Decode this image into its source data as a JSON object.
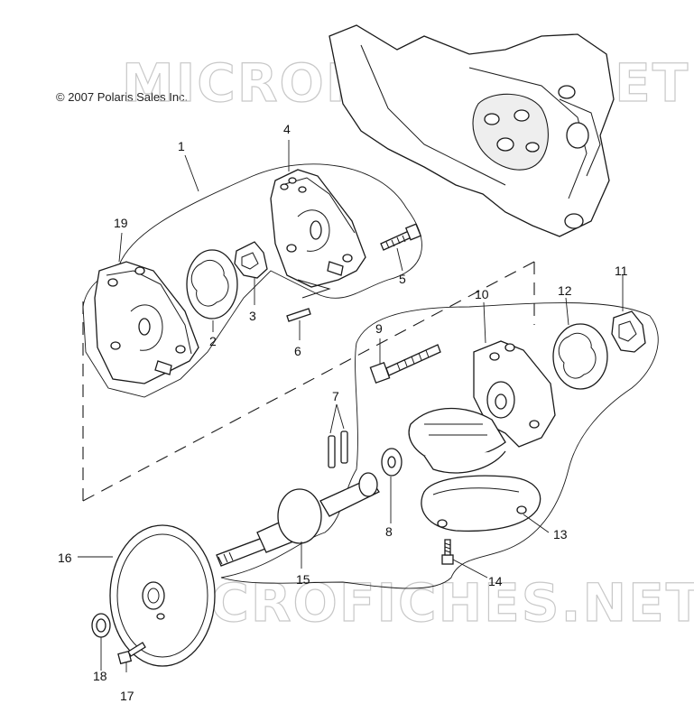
{
  "copyright": "© 2007 Polaris Sales Inc.",
  "watermark": "MICROFICHES.NET",
  "callouts": [
    "1",
    "2",
    "3",
    "4",
    "5",
    "6",
    "7",
    "8",
    "9",
    "10",
    "11",
    "12",
    "13",
    "14",
    "15",
    "16",
    "17",
    "18",
    "19"
  ]
}
